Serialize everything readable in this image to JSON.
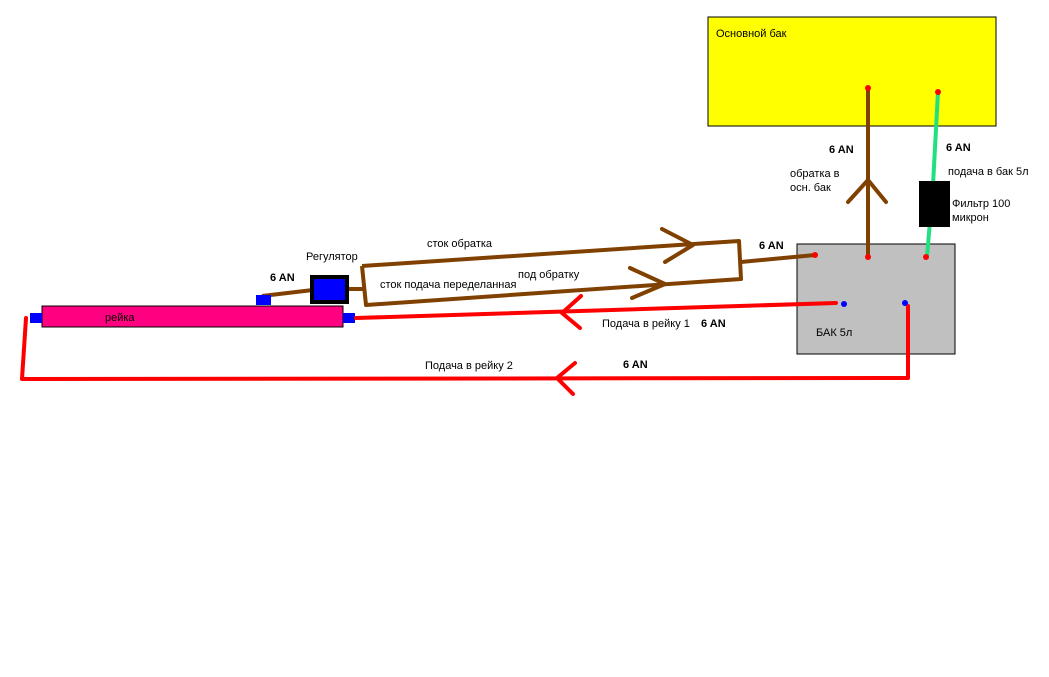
{
  "title": "Fuel system scheme",
  "colors": {
    "main_tank": "#ffff00",
    "surge_tank": "#c0c0c0",
    "rail": "#ff0080",
    "fitting": "#0000ff",
    "return_line": "#804000",
    "feed_line": "#ff0000",
    "fill_line": "#20e080",
    "filter": "#000000",
    "port_red": "#ff0000",
    "port_blue": "#0000ff"
  },
  "components": {
    "main_tank": {
      "label": "Основной бак"
    },
    "surge_tank": {
      "label": "БАК 5л"
    },
    "rail": {
      "label": "рейка"
    },
    "regulator": {
      "label": "Регулятор"
    },
    "filter": {
      "label_line1": "Фильтр 100",
      "label_line2": "микрон"
    }
  },
  "lines": {
    "return_to_main": {
      "label_line1": "обратка в",
      "label_line2": "осн. бак",
      "size": "6 AN"
    },
    "fill_surge": {
      "label": "подача в бак 5л",
      "size": "6 AN"
    },
    "drain_return": {
      "label": "сток обратка"
    },
    "drain_feed_modified": {
      "label": "сток подача переделанная"
    },
    "under_return": {
      "label": "под обратку"
    },
    "surge_return_size": {
      "size": "6 AN"
    },
    "regulator_size": {
      "size": "6 AN"
    },
    "feed_rail_1": {
      "label": "Подача в рейку 1",
      "size": "6 AN"
    },
    "feed_rail_2": {
      "label": "Подача в рейку 2",
      "size": "6 AN"
    }
  }
}
